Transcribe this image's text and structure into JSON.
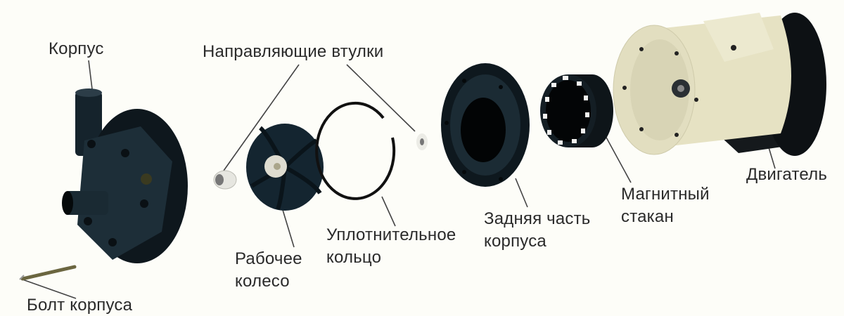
{
  "diagram": {
    "type": "exploded-view",
    "subject": "magnetic drive pump",
    "background": "#fdfdf8",
    "colors": {
      "part_dark": "#1c2a33",
      "part_black": "#0c1114",
      "motor_cream": "#e9e5c6",
      "leader_line": "#444444",
      "text": "#2a2a2a"
    }
  },
  "labels": {
    "housing": "Корпус",
    "guide_bushings": "Направляющие втулки",
    "housing_bolt": "Болт корпуса",
    "impeller_line1": "Рабочее",
    "impeller_line2": "колесо",
    "seal_ring_line1": "Уплотнительное",
    "seal_ring_line2": "кольцо",
    "rear_housing_line1": "Задняя часть",
    "rear_housing_line2": "корпуса",
    "magnet_cup_line1": "Магнитный",
    "magnet_cup_line2": "стакан",
    "motor": "Двигатель"
  }
}
